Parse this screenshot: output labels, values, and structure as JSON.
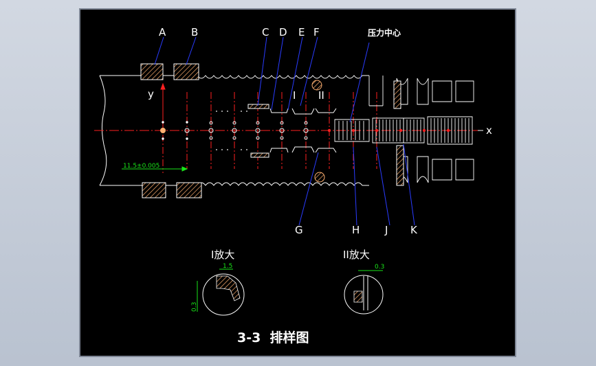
{
  "station_labels_top": [
    "A",
    "B",
    "C",
    "D",
    "E",
    "F"
  ],
  "station_labels_bottom": [
    "G",
    "H",
    "J",
    "K"
  ],
  "pressure_center_label": "压力中心",
  "detail_marks": [
    "I",
    "II"
  ],
  "axis_labels": {
    "y": "y",
    "x": "x"
  },
  "dimension_pitch": "11.5±0.005",
  "detail_views": {
    "view1": {
      "title": "I放大",
      "dim_a": "1.5",
      "dim_b": "0.3"
    },
    "view2": {
      "title": "II放大",
      "dim_a": "0.3"
    }
  },
  "title": "3-3  排样图",
  "colors": {
    "background": "#000000",
    "outline": "#ffffff",
    "centerline": "#ff2020",
    "leader": "#2a3cff",
    "hatch": "#ffb070",
    "dimension": "#19e619"
  }
}
